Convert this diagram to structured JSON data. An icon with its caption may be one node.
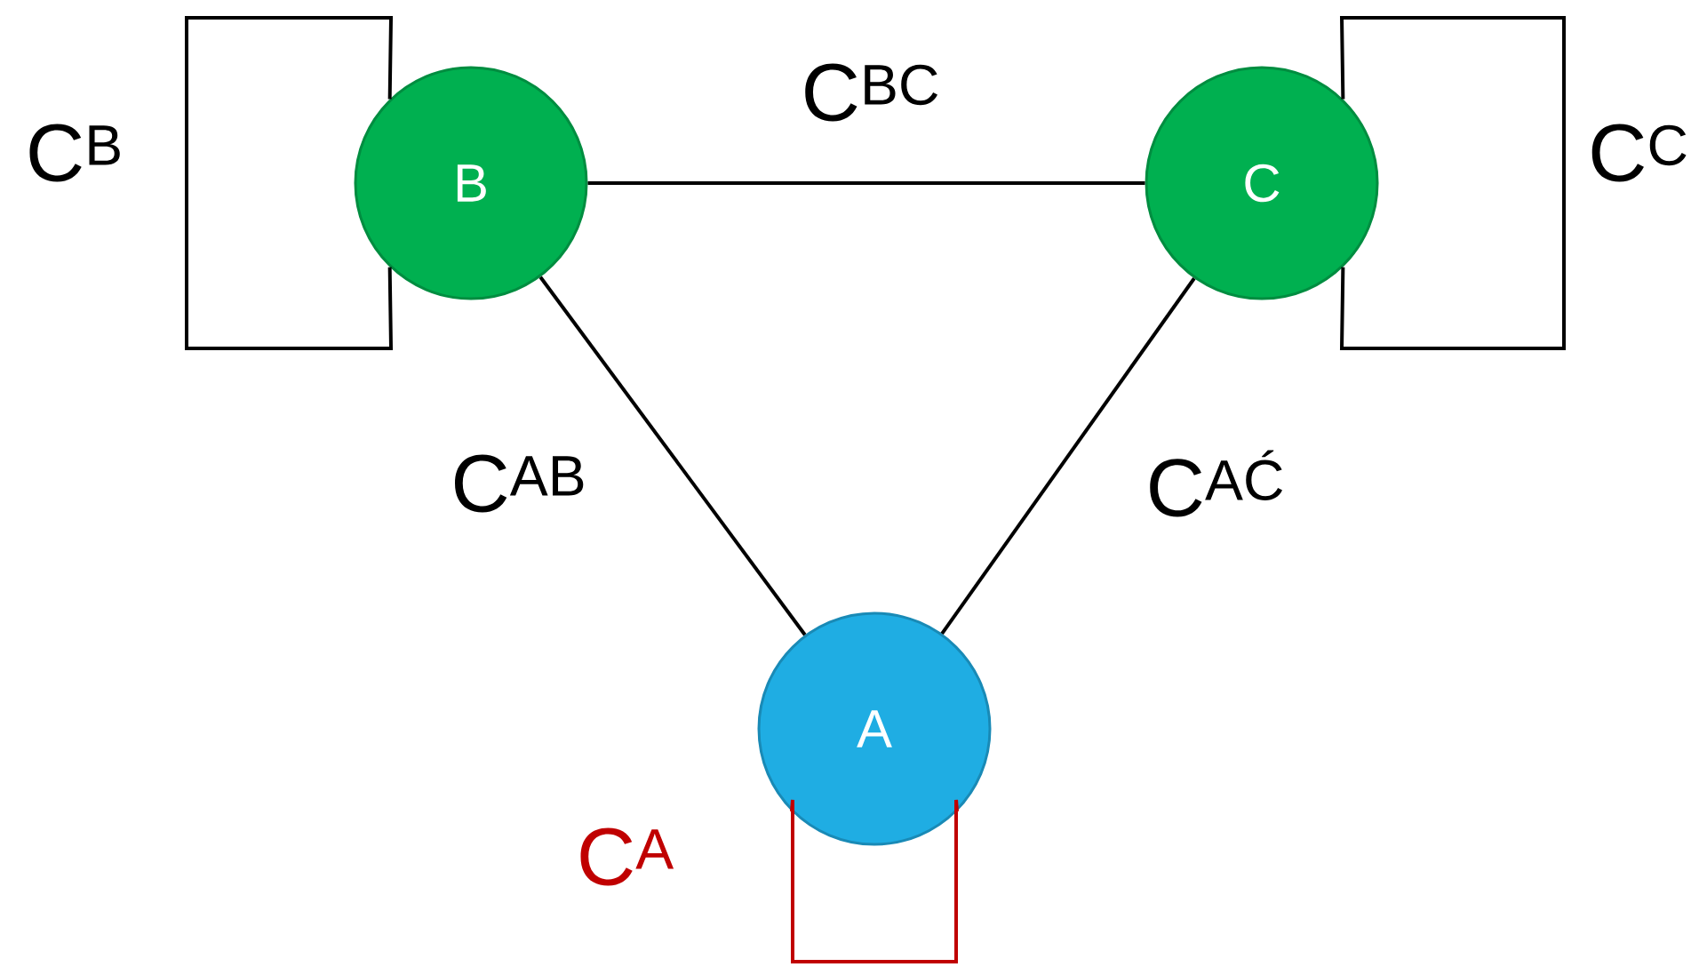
{
  "diagram": {
    "nodes": [
      {
        "text": [
          "B"
        ]
      },
      {
        "text": [
          "C"
        ]
      },
      {
        "text": [
          "A"
        ]
      }
    ],
    "edges": [
      {
        "from": 0,
        "to": 1,
        "arrow": "none",
        "label": "C$^{BC}$"
      },
      {
        "from": 0,
        "to": 0,
        "arrow": "none",
        "label": "C$^{B}$"
      },
      {
        "from": 1,
        "to": 1,
        "arrow": "none",
        "label": "C$^{C}$"
      },
      {
        "from": 0,
        "to": 2,
        "arrow": "none",
        "label": "C$^{AB}$"
      },
      {
        "from": 1,
        "to": 2,
        "arrow": "none",
        "label": "C$^{AĆ}$"
      },
      {
        "from": 2,
        "to": 2,
        "arrow": "none",
        "label": "C$^{A}$",
        "color": "#c00000"
      }
    ]
  }
}
